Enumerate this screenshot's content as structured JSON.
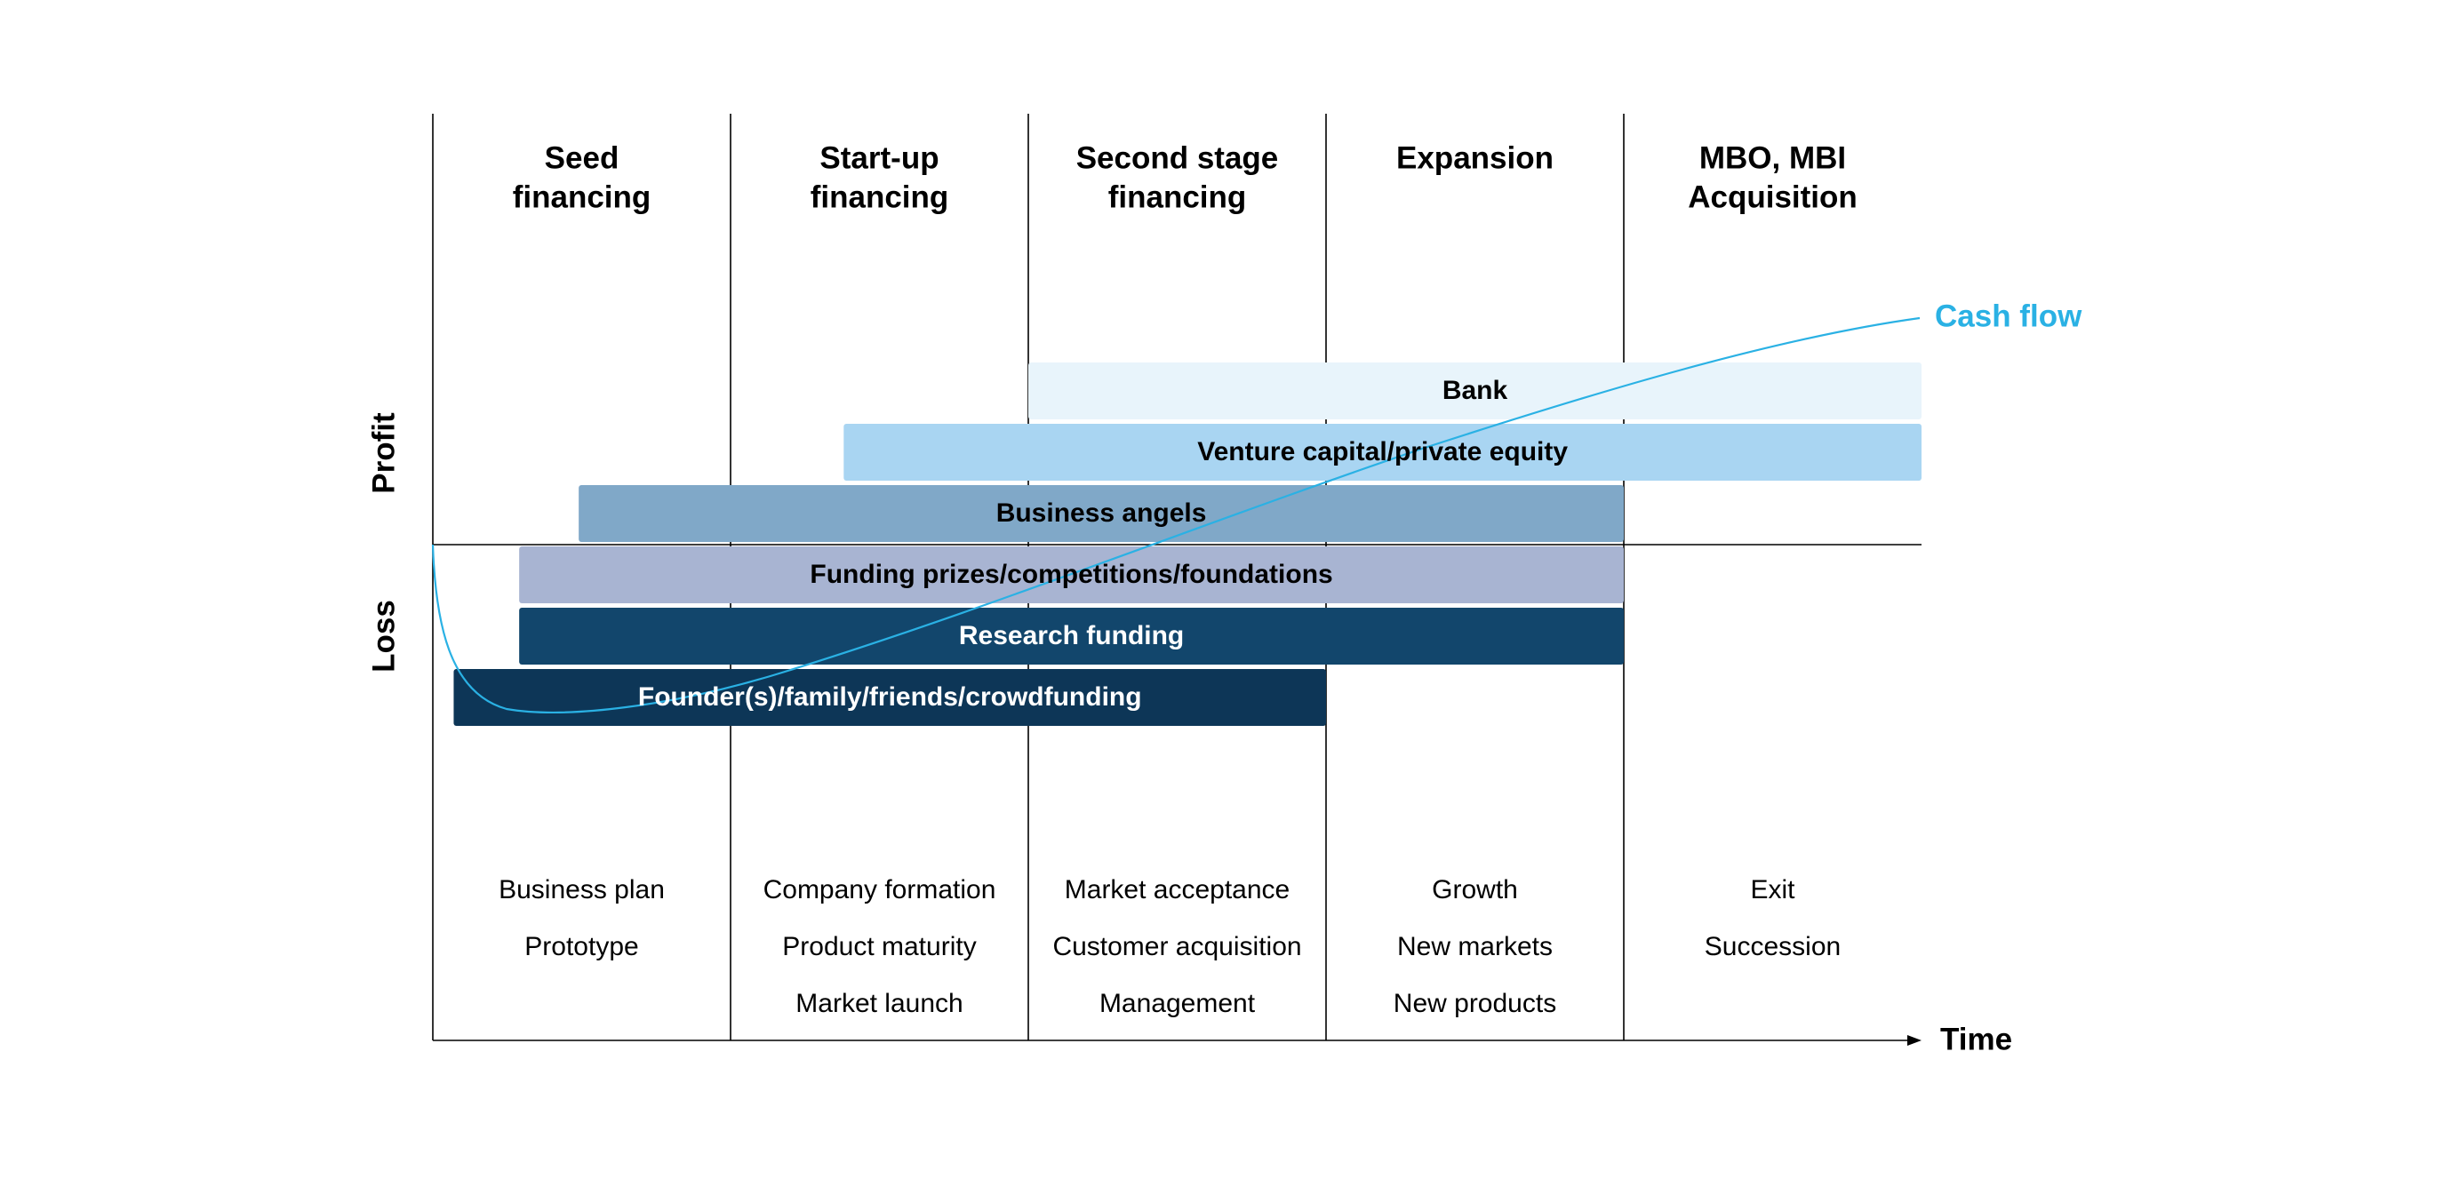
{
  "axes": {
    "profit_label": "Profit",
    "loss_label": "Loss",
    "time_label": "Time"
  },
  "stages": [
    {
      "title_lines": [
        "Seed",
        "financing"
      ],
      "activities": [
        "Business plan",
        "Prototype"
      ]
    },
    {
      "title_lines": [
        "Start-up",
        "financing"
      ],
      "activities": [
        "Company formation",
        "Product maturity",
        "Market launch"
      ]
    },
    {
      "title_lines": [
        "Second stage",
        "financing"
      ],
      "activities": [
        "Market acceptance",
        "Customer acquisition",
        "Management"
      ]
    },
    {
      "title_lines": [
        "Expansion"
      ],
      "activities": [
        "Growth",
        "New markets",
        "New products"
      ]
    },
    {
      "title_lines": [
        "MBO, MBI",
        "Acquisition"
      ],
      "activities": [
        "Exit",
        "Succession"
      ]
    }
  ],
  "funding_sources": [
    {
      "label": "Bank",
      "start_stage": 3.0,
      "end_stage": 6.0,
      "color": "#e8f4fb",
      "text_color": "#000000"
    },
    {
      "label": "Venture capital/private equity",
      "start_stage": 2.38,
      "end_stage": 6.0,
      "color": "#a9d5f2",
      "text_color": "#000000"
    },
    {
      "label": "Business angels",
      "start_stage": 1.49,
      "end_stage": 5.0,
      "color": "#80a8c8",
      "text_color": "#000000"
    },
    {
      "label": "Funding prizes/competitions/foundations",
      "start_stage": 1.29,
      "end_stage": 5.0,
      "color": "#a8b4d2",
      "text_color": "#000000"
    },
    {
      "label": "Research funding",
      "start_stage": 1.29,
      "end_stage": 5.0,
      "color": "#12466c",
      "text_color": "#ffffff"
    },
    {
      "label": "Founder(s)/family/friends/crowdfunding",
      "start_stage": 1.07,
      "end_stage": 4.0,
      "color": "#0d3657",
      "text_color": "#ffffff"
    }
  ],
  "cash_flow": {
    "label": "Cash flow",
    "color": "#2ab1e4"
  },
  "colors": {
    "lines": "#000000",
    "text": "#000000"
  }
}
